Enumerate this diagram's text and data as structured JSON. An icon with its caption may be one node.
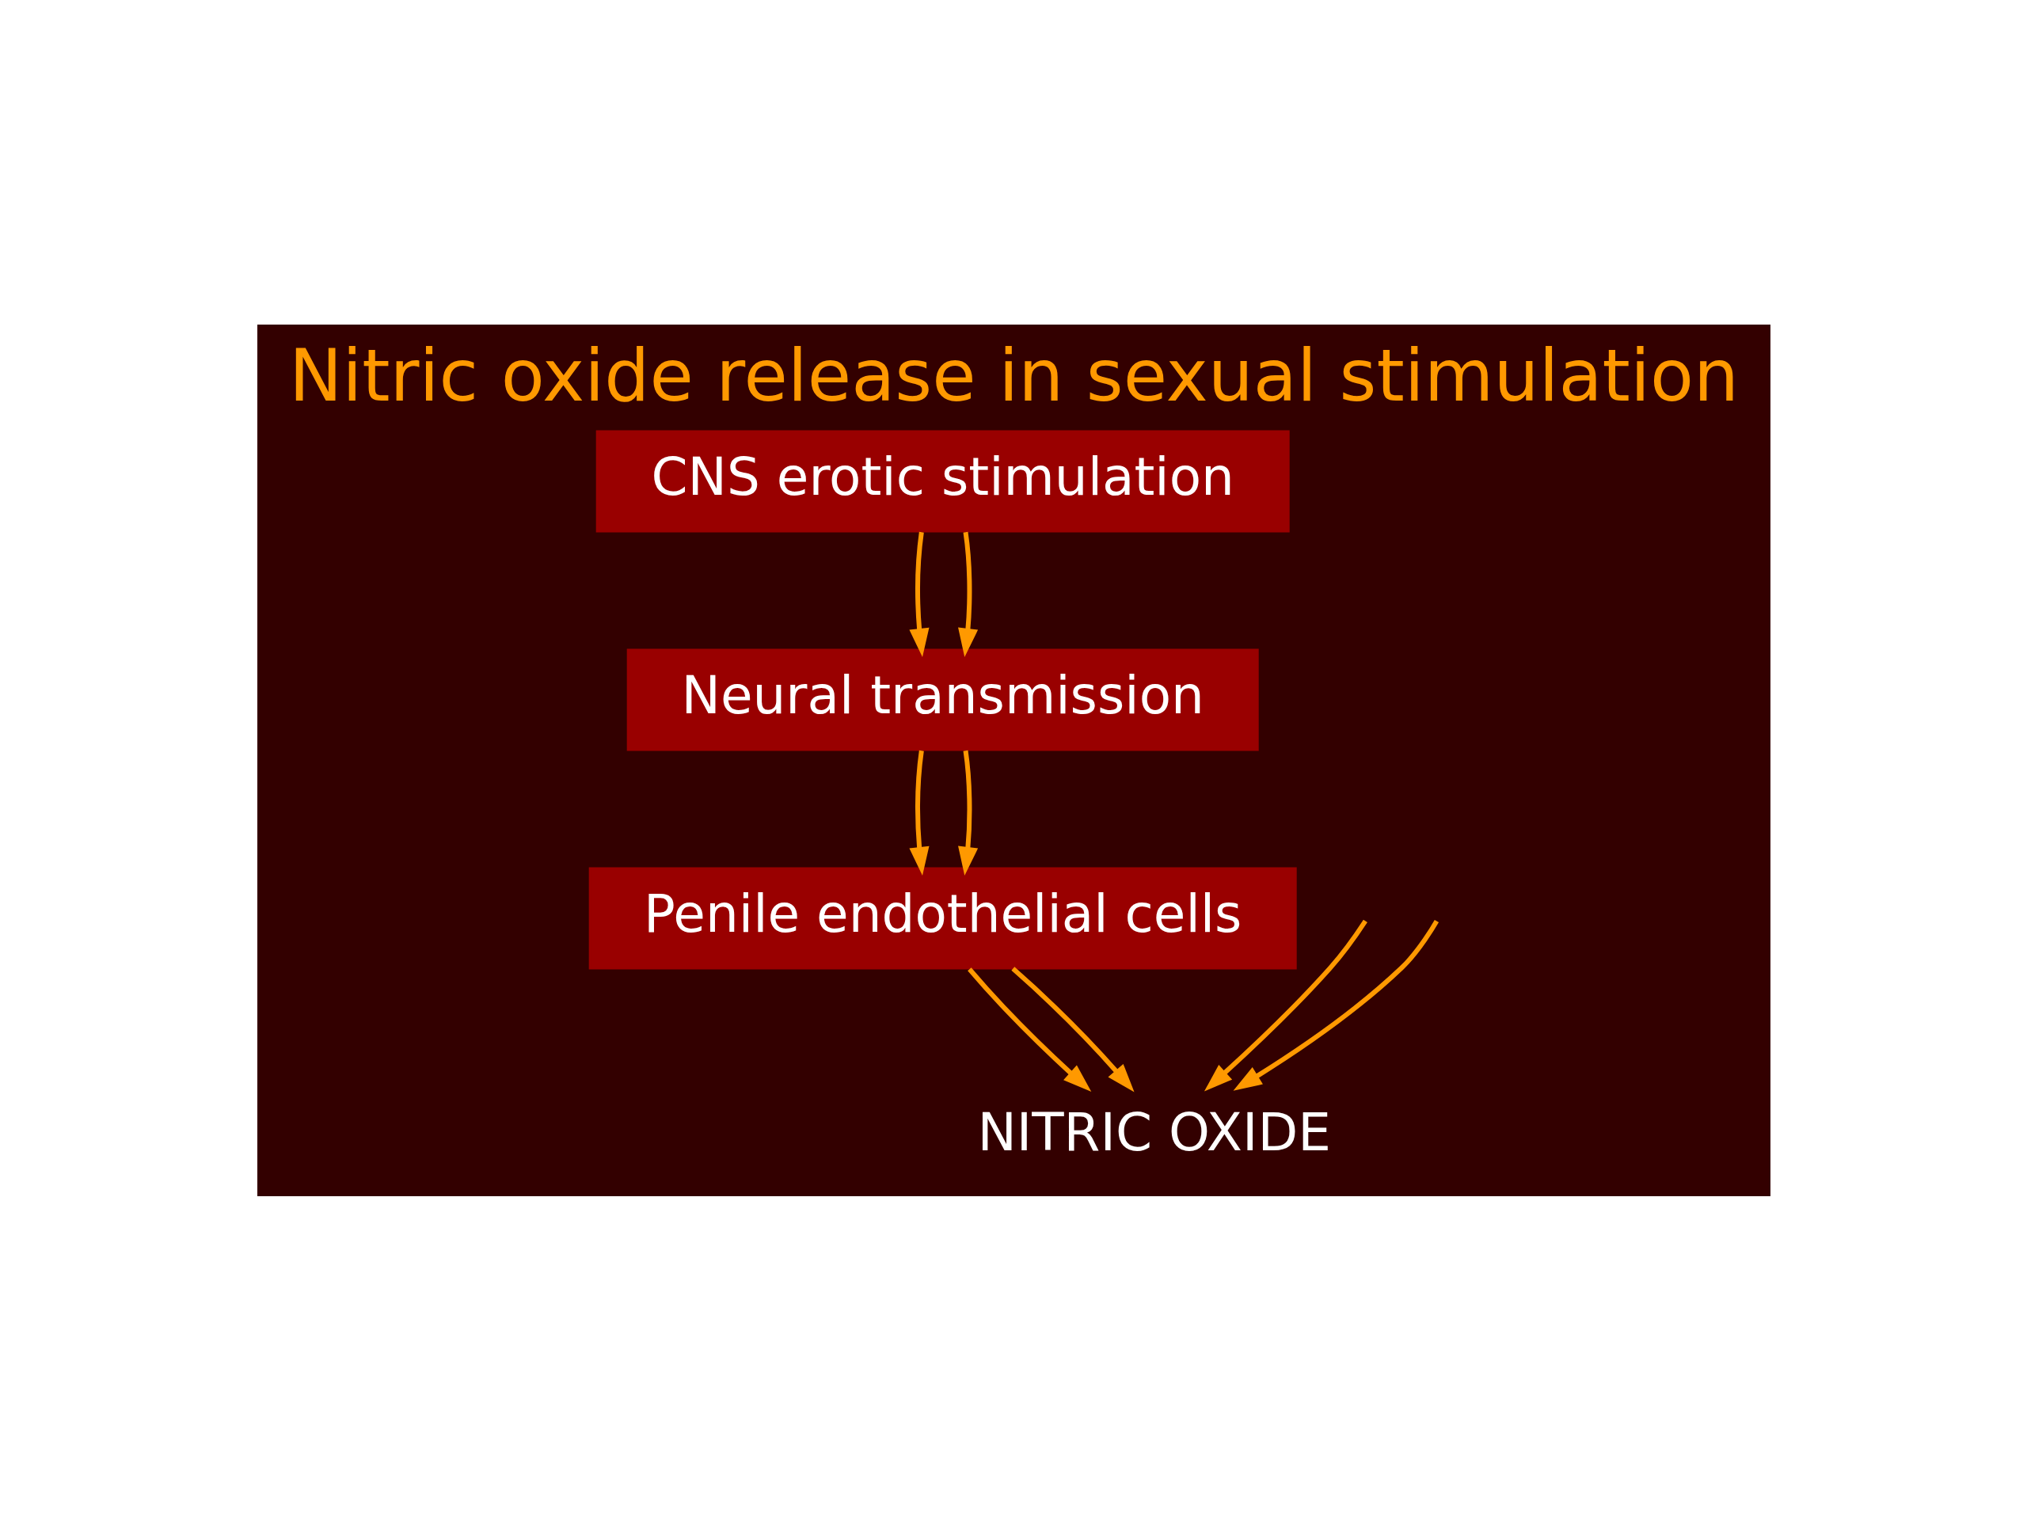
{
  "diagram": {
    "title": "Nitric oxide release in sexual stimulation",
    "nodes": [
      {
        "text": [
          "CNS erotic stimulation"
        ]
      },
      {
        "text": [
          "Neural transmission"
        ]
      },
      {
        "text": [
          "Penile endothelial cells"
        ]
      },
      {
        "text": [
          "NITRIC OXIDE"
        ]
      }
    ],
    "edges": [
      {
        "from": 0,
        "to": 1,
        "arrow": "to"
      },
      {
        "from": 0,
        "to": 1,
        "arrow": "to"
      },
      {
        "from": 1,
        "to": 2,
        "arrow": "to"
      },
      {
        "from": 1,
        "to": 2,
        "arrow": "to"
      },
      {
        "from": 2,
        "to": 3,
        "arrow": "to"
      },
      {
        "from": null,
        "to": 3,
        "arrow": "to"
      },
      {
        "from": null,
        "to": 3,
        "arrow": "to"
      },
      {
        "from": 2,
        "to": 3,
        "arrow": "to"
      }
    ]
  }
}
